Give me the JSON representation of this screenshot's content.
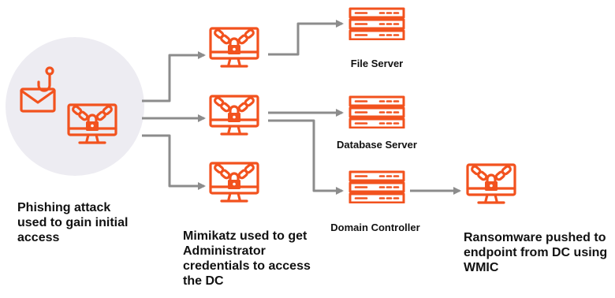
{
  "colors": {
    "accent": "#F2521E",
    "arrow": "#8C8C8C",
    "circle": "#EDECF2",
    "text": "#111111"
  },
  "icons": {
    "mail": "phishing-hook-email-icon",
    "locked_computer": "chained-padlocked-monitor-icon",
    "server": "server-rack-icon"
  },
  "labels": {
    "phishing": "Phishing attack used to gain initial access",
    "mimikatz": "Mimikatz used to get Administrator credentials to access the DC",
    "ransomware": "Ransomware pushed to endpoint from DC using WMIC",
    "file_server": "File Server",
    "database_server": "Database Server",
    "domain_controller": "Domain Controller"
  }
}
